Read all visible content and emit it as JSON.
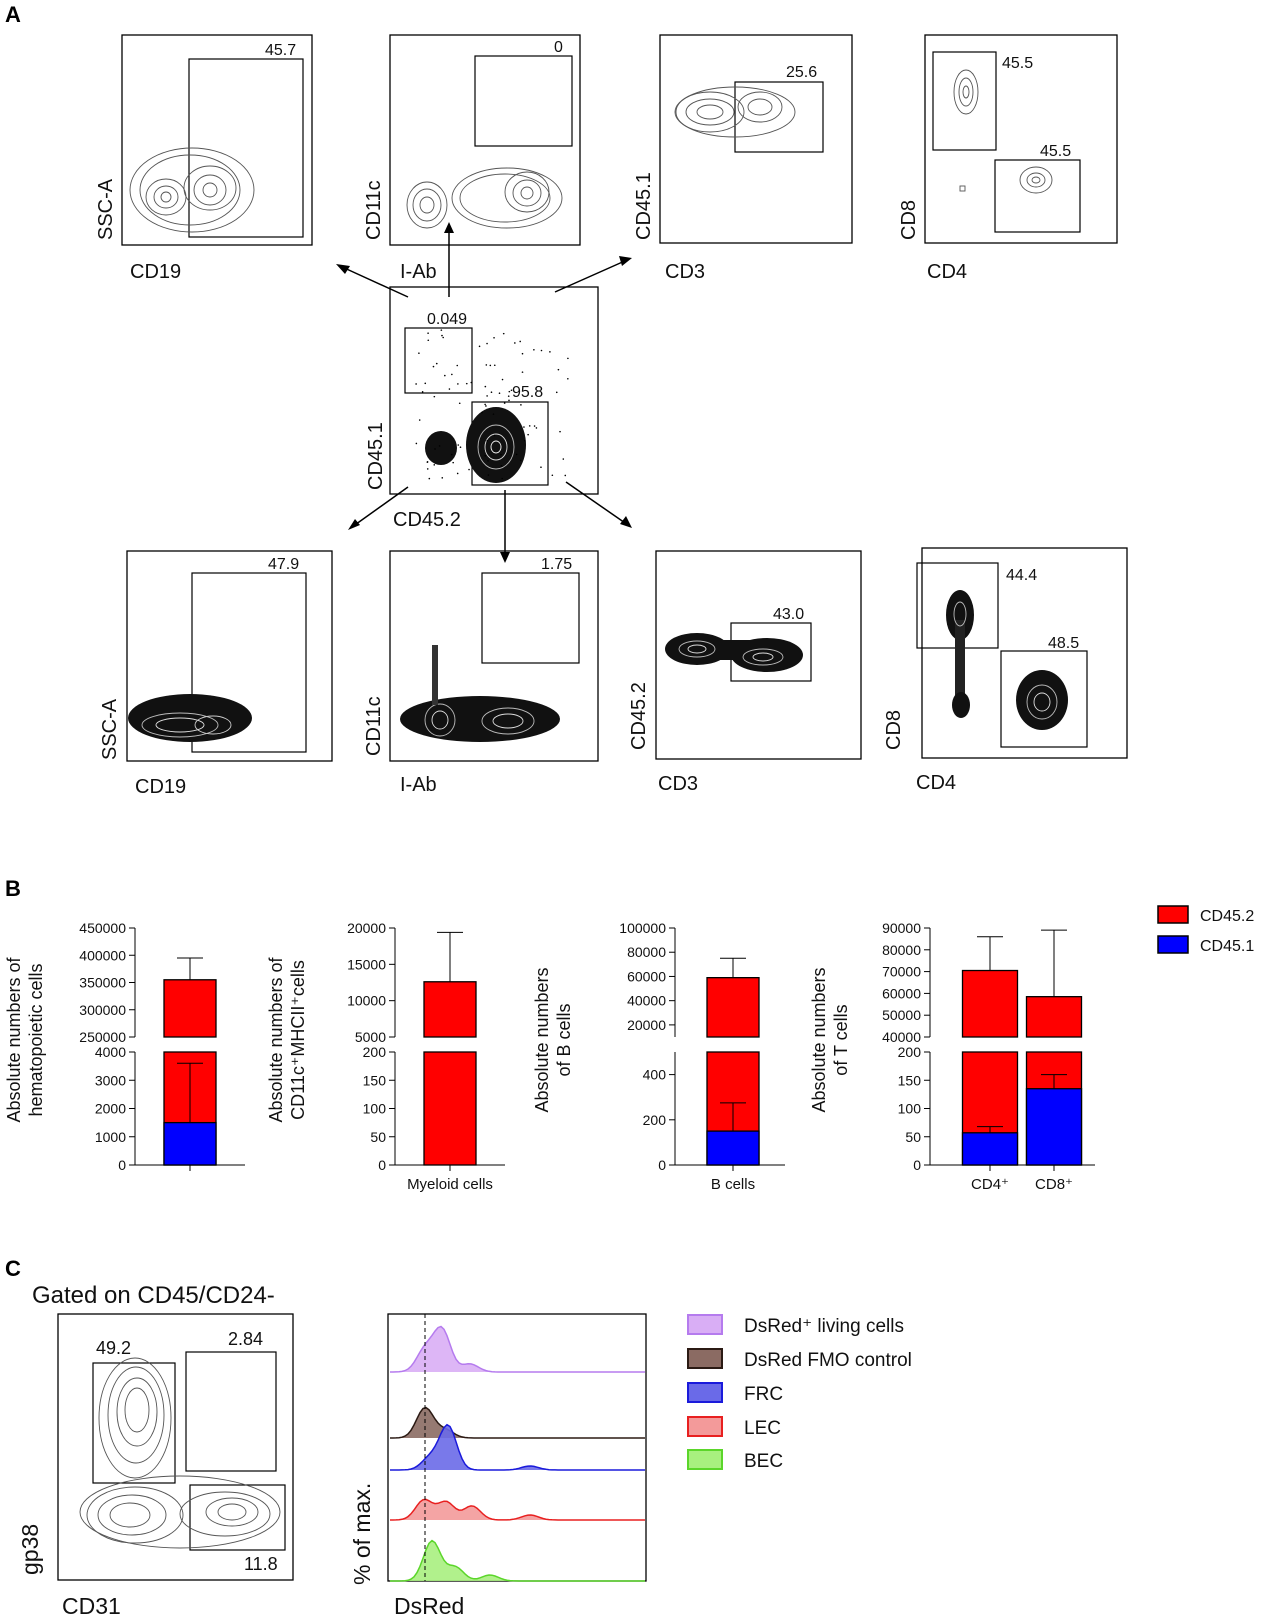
{
  "panels": {
    "a": "A",
    "b": "B",
    "c": "C"
  },
  "panel_a": {
    "top_row": [
      {
        "x_label": "CD19",
        "y_label": "SSC-A",
        "gate_values": [
          "45.7"
        ]
      },
      {
        "x_label": "I-Ab",
        "y_label": "CD11c",
        "gate_values": [
          "0"
        ]
      },
      {
        "x_label": "CD3",
        "y_label": "CD45.1",
        "gate_values": [
          "25.6"
        ]
      },
      {
        "x_label": "CD4",
        "y_label": "CD8",
        "gate_values": [
          "45.5",
          "45.5"
        ]
      }
    ],
    "center": {
      "x_label": "CD45.2",
      "y_label": "CD45.1",
      "gate_values": [
        "0.049",
        "95.8"
      ]
    },
    "bottom_row": [
      {
        "x_label": "CD19",
        "y_label": "SSC-A",
        "gate_values": [
          "47.9"
        ]
      },
      {
        "x_label": "I-Ab",
        "y_label": "CD11c",
        "gate_values": [
          "1.75"
        ]
      },
      {
        "x_label": "CD3",
        "y_label": "CD45.2",
        "gate_values": [
          "43.0"
        ]
      },
      {
        "x_label": "CD4",
        "y_label": "CD8",
        "gate_values": [
          "44.4",
          "48.5"
        ]
      }
    ]
  },
  "chart_data": [
    {
      "type": "bar",
      "stacked": true,
      "broken_axis": true,
      "ylabel": [
        "Absolute numbers of",
        "hematopoietic cells"
      ],
      "categories": [
        ""
      ],
      "upper_ticks": [
        "450000",
        "400000",
        "350000",
        "300000",
        "250000"
      ],
      "lower_ticks": [
        "4000",
        "3000",
        "2000",
        "1000",
        "0"
      ],
      "upper_range": [
        250000,
        450000
      ],
      "lower_range": [
        0,
        4000
      ],
      "series": [
        {
          "name": "CD45.2",
          "values": [
            355000
          ],
          "error": [
            395000
          ]
        },
        {
          "name": "CD45.1",
          "values": [
            1500
          ],
          "error": [
            3600
          ]
        }
      ]
    },
    {
      "type": "bar",
      "stacked": true,
      "broken_axis": true,
      "ylabel": [
        "Absolute numbers of",
        "CD11c⁺MHCII⁺cells"
      ],
      "categories": [
        "Myeloid cells"
      ],
      "upper_ticks": [
        "20000",
        "15000",
        "10000",
        "5000"
      ],
      "lower_ticks": [
        "200",
        "150",
        "100",
        "50",
        "0"
      ],
      "upper_range": [
        5000,
        20000
      ],
      "lower_range": [
        0,
        200
      ],
      "series": [
        {
          "name": "CD45.2",
          "values": [
            12600
          ],
          "error": [
            19400
          ]
        },
        {
          "name": "CD45.1",
          "values": [
            0
          ],
          "error": [
            0
          ]
        }
      ]
    },
    {
      "type": "bar",
      "stacked": true,
      "broken_axis": true,
      "ylabel": [
        "Absolute numbers",
        "of B cells"
      ],
      "categories": [
        "B cells"
      ],
      "upper_ticks": [
        "100000",
        "80000",
        "60000",
        "40000",
        "20000"
      ],
      "lower_ticks": [
        "400",
        "200",
        "0"
      ],
      "upper_range": [
        10000,
        100000
      ],
      "lower_range": [
        0,
        500
      ],
      "series": [
        {
          "name": "CD45.2",
          "values": [
            59000
          ],
          "error": [
            75000
          ]
        },
        {
          "name": "CD45.1",
          "values": [
            150
          ],
          "error": [
            275
          ]
        }
      ]
    },
    {
      "type": "bar",
      "stacked": true,
      "broken_axis": true,
      "ylabel": [
        "Absolute numbers",
        "of T cells"
      ],
      "categories": [
        "CD4⁺",
        "CD8⁺"
      ],
      "upper_ticks": [
        "90000",
        "80000",
        "70000",
        "60000",
        "50000",
        "40000"
      ],
      "lower_ticks": [
        "200",
        "150",
        "100",
        "50",
        "0"
      ],
      "upper_range": [
        40000,
        90000
      ],
      "lower_range": [
        0,
        200
      ],
      "series": [
        {
          "name": "CD45.2",
          "values": [
            70500,
            58500
          ],
          "error": [
            86000,
            89000
          ]
        },
        {
          "name": "CD45.1",
          "values": [
            57,
            135
          ],
          "error": [
            68,
            160
          ]
        }
      ]
    },
    {
      "type": "area",
      "x_label": "DsRed",
      "y_label": "% of max.",
      "series": [
        {
          "name": "DsRed⁺ living cells",
          "color": "#b57bee",
          "fill": "#d9aef5"
        },
        {
          "name": "DsRed FMO control",
          "color": "#2b1a14",
          "fill": "#8b6b63"
        },
        {
          "name": "FRC",
          "color": "#1a1adb",
          "fill": "#6a6ae8"
        },
        {
          "name": "LEC",
          "color": "#e82020",
          "fill": "#f39a9a"
        },
        {
          "name": "BEC",
          "color": "#5bd62a",
          "fill": "#a8f07f"
        }
      ]
    }
  ],
  "legend_b": [
    {
      "label": "CD45.2",
      "color": "#ff0000"
    },
    {
      "label": "CD45.1",
      "color": "#0000ff"
    }
  ],
  "panel_c": {
    "gated_title": "Gated on CD45/CD24-",
    "x_label": "CD31",
    "y_label": "gp38",
    "gate_values": [
      "49.2",
      "2.84",
      "11.8"
    ]
  }
}
